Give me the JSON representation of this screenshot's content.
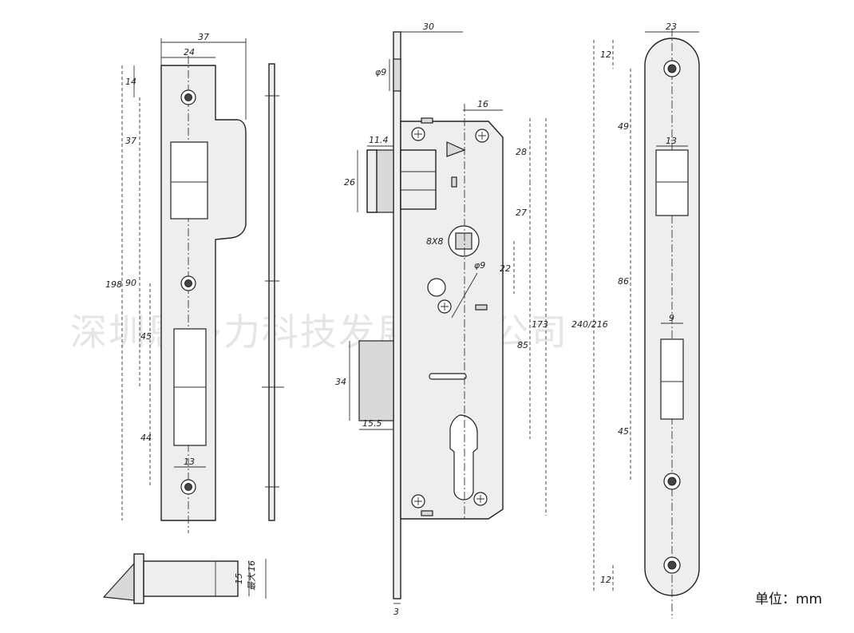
{
  "watermark": "深圳恩多力科技发展有限公司",
  "units": {
    "label": "单位：mm"
  },
  "strike_plate": {
    "width_total": "37",
    "width_plate": "24",
    "h_top": "14",
    "h_upper": "37",
    "h_total": "198",
    "h_mid": "90",
    "h_lower": "45",
    "h_bottom": "44",
    "hole_spacing": "13"
  },
  "lock_body": {
    "depth": "30",
    "hole_dia_top": "φ9",
    "latch_projection": "11.4",
    "latch_height": "26",
    "right_offset": "16",
    "spindle": "8X8",
    "spindle_hole_dia": "φ9",
    "d28": "28",
    "d27": "27",
    "d22": "22",
    "d173": "173",
    "d85": "85",
    "bolt_height": "34",
    "bolt_projection": "15.5",
    "plate_thickness": "3"
  },
  "faceplate": {
    "width": "23",
    "top_margin": "12",
    "h49": "49",
    "latch_slot_width": "13",
    "h86": "86",
    "bolt_slot_width": "9",
    "h45": "45",
    "bottom_margin": "12",
    "total": "240/216"
  },
  "latch_detail": {
    "h15": "15",
    "h16": "16",
    "max_label": "最大"
  }
}
